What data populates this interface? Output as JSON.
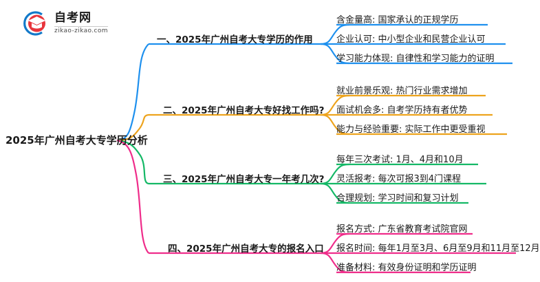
{
  "logo": {
    "name_cn": "自考网",
    "domain": "zikao-zikao.com",
    "mark_icon": "graduation-cap-icon"
  },
  "mindmap": {
    "root": {
      "label": "2025年广州自考大专学历分析"
    },
    "branches": [
      {
        "index": "1",
        "label": "一、2025年广州自考大专学历的作用",
        "color": "#1e90ee",
        "children": [
          {
            "label": "含金量高: 国家承认的正规学历"
          },
          {
            "label": "企业认可: 中小型企业和民营企业认可"
          },
          {
            "label": "学习能力体现: 自律性和学习能力的证明"
          }
        ]
      },
      {
        "index": "2",
        "label": "二、2025年广州自考大专好找工作吗?",
        "color": "#eda31c",
        "children": [
          {
            "label": "就业前景乐观: 热门行业需求增加"
          },
          {
            "label": "面试机会多: 自考学历持有者优势"
          },
          {
            "label": "能力与经验重要: 实际工作中更受重视"
          }
        ]
      },
      {
        "index": "3",
        "label": "三、2025年广州自考大专一年考几次?",
        "color": "#14b866",
        "children": [
          {
            "label": "每年三次考试: 1月、4月和10月"
          },
          {
            "label": "灵活报考: 每次可报3到4门课程"
          },
          {
            "label": "合理规划: 学习时间和复习计划"
          }
        ]
      },
      {
        "index": "4",
        "label": "四、2025年广州自考大专的报名入口",
        "color": "#ef2c8a",
        "children": [
          {
            "label": "报名方式: 广东省教育考试院官网"
          },
          {
            "label": "报名时间: 每年1月至3月、6月至9月和11月至12月"
          },
          {
            "label": "准备材料: 有效身份证明和学历证明"
          }
        ]
      }
    ]
  }
}
